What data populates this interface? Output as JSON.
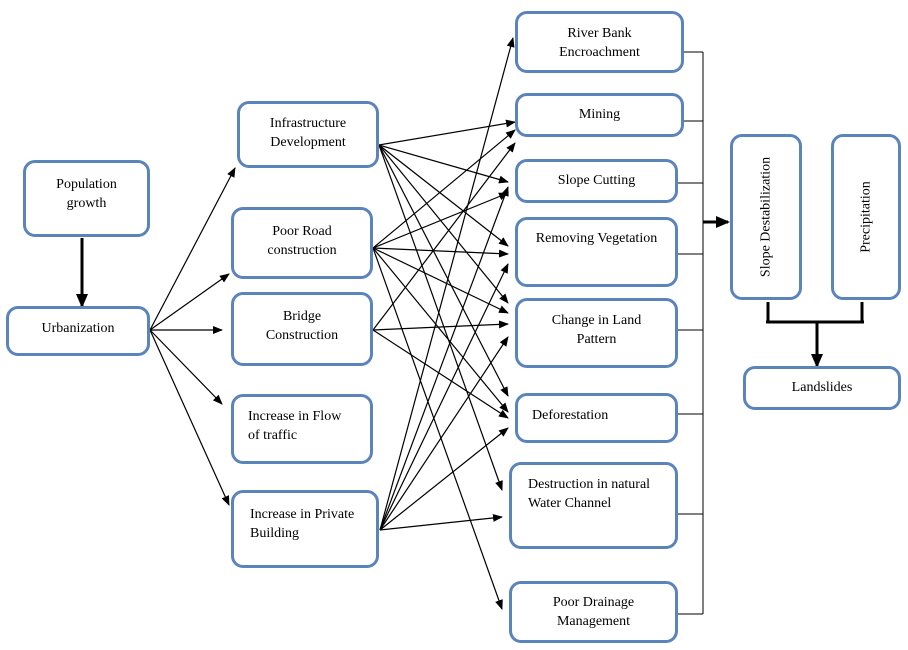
{
  "title": "Causes of Landslides flow diagram",
  "colors": {
    "box_border": "#5b84bb",
    "line": "#000000",
    "background": "#ffffff"
  },
  "nodes": {
    "population_growth": "Population\ngrowth",
    "urbanization": "Urbanization",
    "infrastructure_development": "Infrastructure\nDevelopment",
    "poor_road_construction": "Poor Road\nconstruction",
    "bridge_construction": "Bridge\nConstruction",
    "increase_flow_traffic": "Increase in Flow\nof traffic",
    "increase_private_building": "Increase in Private\nBuilding",
    "river_bank_encroachment": "River Bank\nEncroachment",
    "mining": "Mining",
    "slope_cutting": "Slope Cutting",
    "removing_vegetation": "Removing Vegetation",
    "change_land_pattern": "Change in Land\nPattern",
    "deforestation": "Deforestation",
    "destruction_water_channel": "Destruction in natural\nWater Channel",
    "poor_drainage": "Poor Drainage\nManagement",
    "slope_destabilization": "Slope Destabilization",
    "precipitation": "Precipitation",
    "landslides": "Landslides"
  },
  "edges": [
    {
      "from": "population_growth",
      "to": "urbanization",
      "style": "thick"
    },
    {
      "from": "urbanization",
      "to": "infrastructure_development"
    },
    {
      "from": "urbanization",
      "to": "poor_road_construction"
    },
    {
      "from": "urbanization",
      "to": "bridge_construction"
    },
    {
      "from": "urbanization",
      "to": "increase_flow_traffic"
    },
    {
      "from": "urbanization",
      "to": "increase_private_building"
    },
    {
      "from": "infrastructure_development",
      "to": "mining"
    },
    {
      "from": "infrastructure_development",
      "to": "slope_cutting"
    },
    {
      "from": "infrastructure_development",
      "to": "removing_vegetation"
    },
    {
      "from": "infrastructure_development",
      "to": "change_land_pattern"
    },
    {
      "from": "infrastructure_development",
      "to": "deforestation"
    },
    {
      "from": "infrastructure_development",
      "to": "destruction_water_channel"
    },
    {
      "from": "poor_road_construction",
      "to": "mining"
    },
    {
      "from": "poor_road_construction",
      "to": "slope_cutting"
    },
    {
      "from": "poor_road_construction",
      "to": "removing_vegetation"
    },
    {
      "from": "poor_road_construction",
      "to": "change_land_pattern"
    },
    {
      "from": "poor_road_construction",
      "to": "deforestation"
    },
    {
      "from": "poor_road_construction",
      "to": "poor_drainage"
    },
    {
      "from": "bridge_construction",
      "to": "mining"
    },
    {
      "from": "bridge_construction",
      "to": "change_land_pattern"
    },
    {
      "from": "bridge_construction",
      "to": "deforestation"
    },
    {
      "from": "increase_private_building",
      "to": "river_bank_encroachment"
    },
    {
      "from": "increase_private_building",
      "to": "slope_cutting"
    },
    {
      "from": "increase_private_building",
      "to": "removing_vegetation"
    },
    {
      "from": "increase_private_building",
      "to": "change_land_pattern"
    },
    {
      "from": "increase_private_building",
      "to": "deforestation"
    },
    {
      "from": "increase_private_building",
      "to": "destruction_water_channel"
    },
    {
      "from": "causes_group",
      "to": "slope_destabilization",
      "style": "thick"
    },
    {
      "from": "slope_destabilization",
      "to": "landslides",
      "style": "thick"
    },
    {
      "from": "precipitation",
      "to": "landslides",
      "style": "thick"
    }
  ]
}
